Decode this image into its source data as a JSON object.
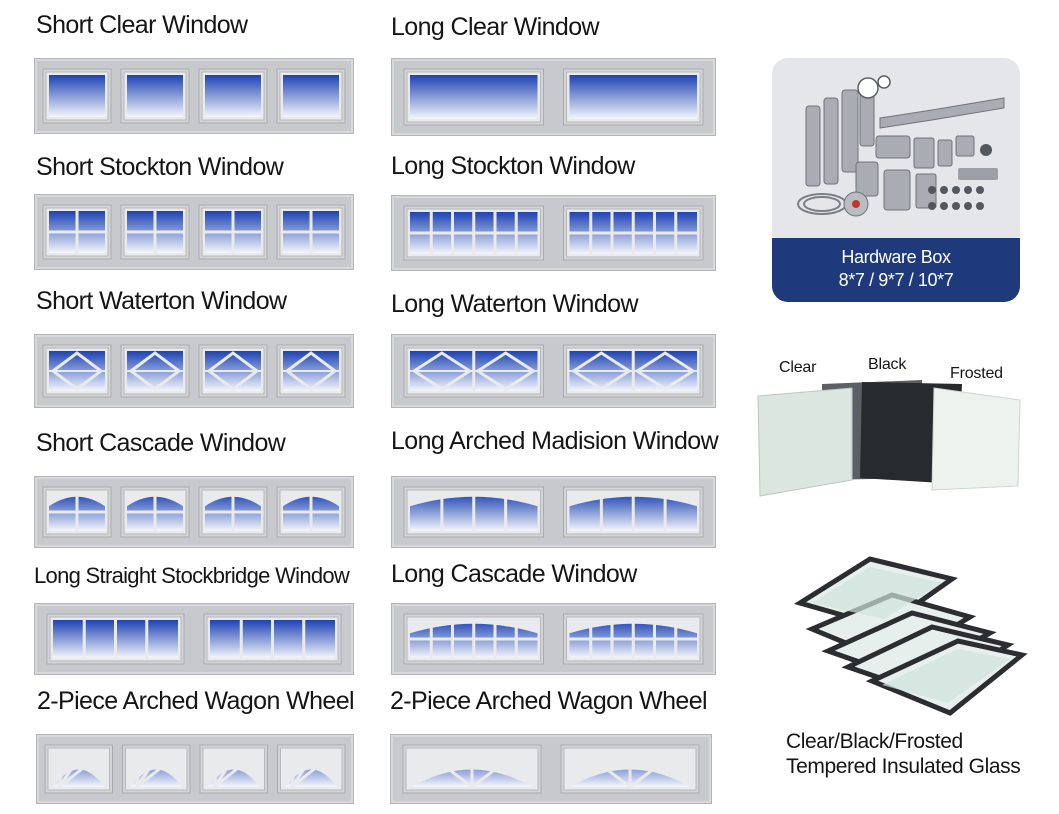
{
  "windows": [
    {
      "title": "Short Clear Window"
    },
    {
      "title": "Long Clear Window"
    },
    {
      "title": "Short Stockton Window"
    },
    {
      "title": "Long Stockton Window"
    },
    {
      "title": "Short Waterton Window"
    },
    {
      "title": "Long Waterton Window"
    },
    {
      "title": "Short Cascade Window"
    },
    {
      "title": "Long Arched Madision Window"
    },
    {
      "title": "Long Straight Stockbridge Window"
    },
    {
      "title": "Long Cascade Window"
    },
    {
      "title": "2-Piece Arched Wagon  Wheel"
    },
    {
      "title": "2-Piece Arched Wagon  Wheel"
    }
  ],
  "hardware_box": {
    "title": "Hardware Box",
    "sizes": "8*7 / 9*7 / 10*7",
    "band_color": "#1e3a7a"
  },
  "glass_samples": {
    "clear": "Clear",
    "black": "Black",
    "frosted": "Frosted"
  },
  "glass_caption": {
    "line1": "Clear/Black/Frosted",
    "line2": "Tempered Insulated Glass"
  },
  "colors": {
    "glass_top": "#1d43b4",
    "glass_bottom": "#f4f6fb",
    "panel": "#c7c9cc",
    "frame": "#e9eaeb"
  }
}
